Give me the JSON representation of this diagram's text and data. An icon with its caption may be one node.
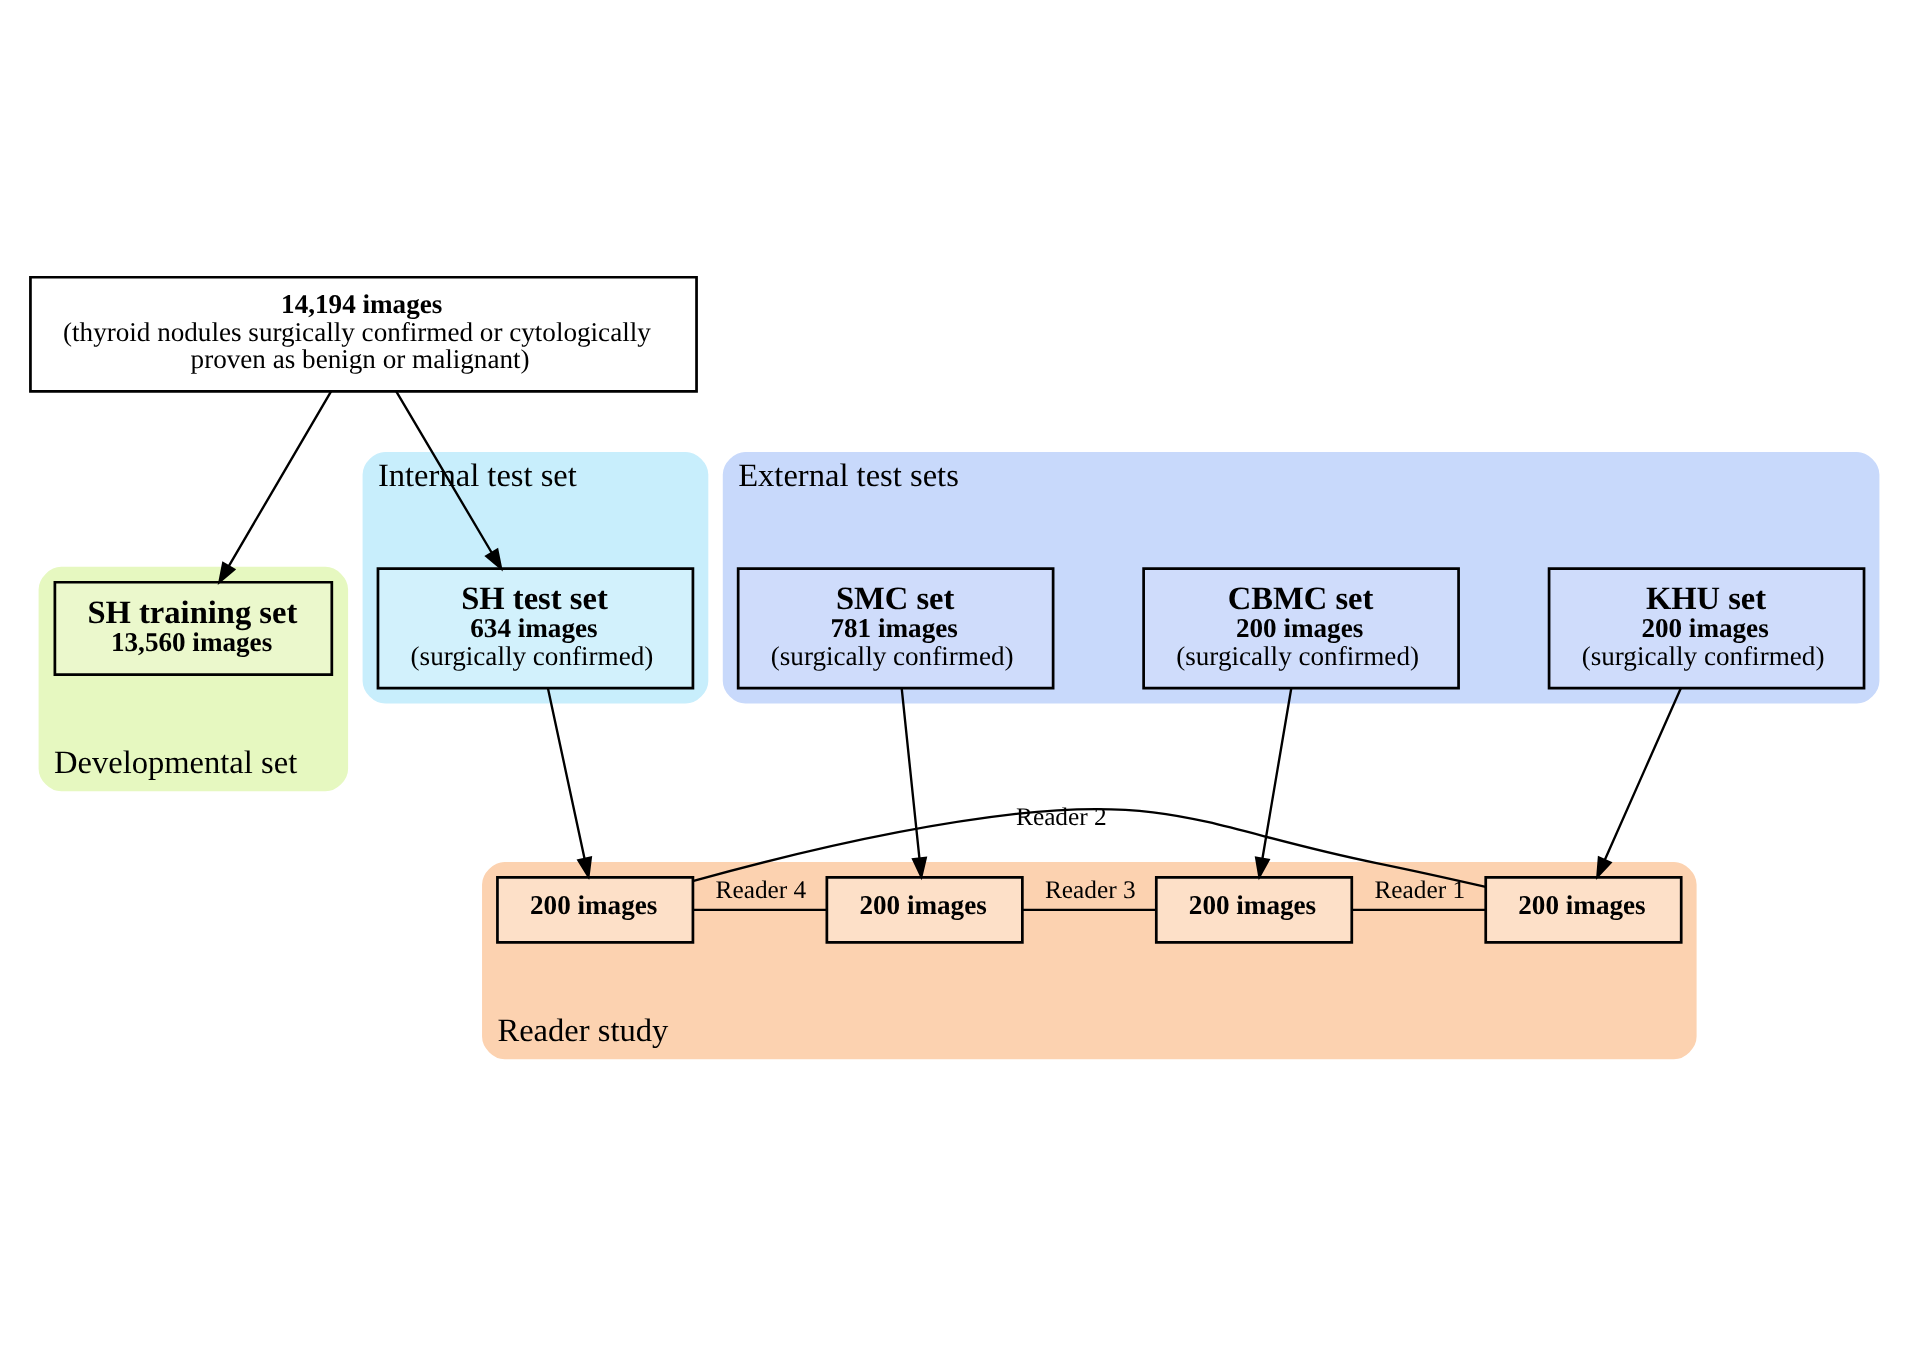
{
  "diagram": {
    "nodes": [
      {
        "text": [
          "14,194 images",
          "(thyroid nodules surgically confirmed or cytologically proven as benign or malignant)"
        ]
      },
      {
        "text": [
          "Developmental set"
        ]
      },
      {
        "text": [
          "SH training set",
          "13,560 images"
        ],
        "in": 1
      },
      {
        "text": [
          "Internal test set"
        ]
      },
      {
        "text": [
          "SH test set",
          "634 images",
          "(surgically confirmed)"
        ],
        "in": 3
      },
      {
        "text": [
          "External test sets"
        ]
      },
      {
        "text": [
          "SMC set",
          "781 images",
          "(surgically confirmed)"
        ],
        "in": 5
      },
      {
        "text": [
          "CBMC set",
          "200 images",
          "(surgically confirmed)"
        ],
        "in": 5
      },
      {
        "text": [
          "KHU set",
          "200 images",
          "(surgically confirmed)"
        ],
        "in": 5
      },
      {
        "text": [
          "Reader study"
        ]
      },
      {
        "text": [
          "200 images"
        ],
        "in": 9
      },
      {
        "text": [
          "200 images"
        ],
        "in": 9
      },
      {
        "text": [
          "200 images"
        ],
        "in": 9
      },
      {
        "text": [
          "200 images"
        ],
        "in": 9
      }
    ],
    "edges": [
      {
        "from": 0,
        "to": 2,
        "arrow": "to"
      },
      {
        "from": 0,
        "to": 4,
        "arrow": "to"
      },
      {
        "from": 4,
        "to": 10,
        "arrow": "to"
      },
      {
        "from": 6,
        "to": 11,
        "arrow": "to"
      },
      {
        "from": 7,
        "to": 12,
        "arrow": "to"
      },
      {
        "from": 8,
        "to": 13,
        "arrow": "to"
      },
      {
        "from": 10,
        "to": 11,
        "arrow": "none",
        "label": "Reader 4"
      },
      {
        "from": 11,
        "to": 12,
        "arrow": "none",
        "label": "Reader 3"
      },
      {
        "from": 12,
        "to": 13,
        "arrow": "none",
        "label": "Reader 1"
      },
      {
        "from": 10,
        "to": 13,
        "arrow": "none",
        "label": "Reader 2"
      }
    ]
  }
}
